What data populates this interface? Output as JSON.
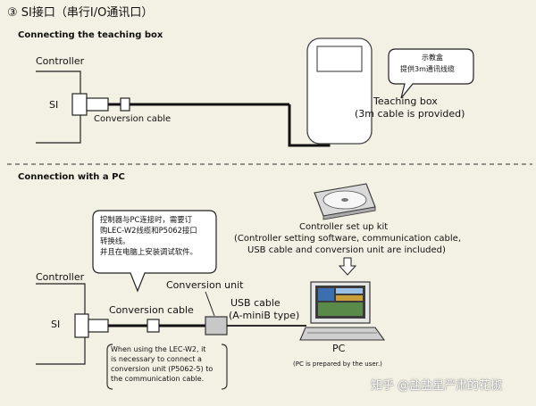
{
  "header": {
    "title": "③ SI接口（串行I/O通讯口）"
  },
  "section1": {
    "heading": "Connecting the teaching box",
    "controller_label": "Controller",
    "si_label": "SI",
    "cable_label": "Conversion cable",
    "teaching_box_label": "Teaching box",
    "cable_note": "(3m cable is provided)",
    "callout_lines": [
      "示教盒",
      "提供3m通讯线缆"
    ]
  },
  "section2": {
    "heading": "Connection with a PC",
    "controller_label": "Controller",
    "si_label": "SI",
    "cable_label": "Conversion cable",
    "conversion_unit_label": "Conversion unit",
    "usb_label": "USB cable",
    "usb_type": "(A-miniB type)",
    "kit_lines": [
      "Controller set up kit",
      "(Controller setting software, communication cable,",
      "USB cable and conversion unit are included)"
    ],
    "pc_label": "PC",
    "pc_note": "(PC is prepared by the user.)",
    "callout_lines": [
      "控制器与PC连接时，需要订",
      "购LEC-W2线缆和P5062接口",
      "转换线。",
      "并且在电脑上安装调试软件。"
    ],
    "note_lines": [
      "When using the LEC-W2, it",
      "is necessary to connect a",
      "conversion unit (P5062-5) to",
      "the communication cable."
    ]
  },
  "watermark": "知乎 @盐盐星严肃的花椒"
}
